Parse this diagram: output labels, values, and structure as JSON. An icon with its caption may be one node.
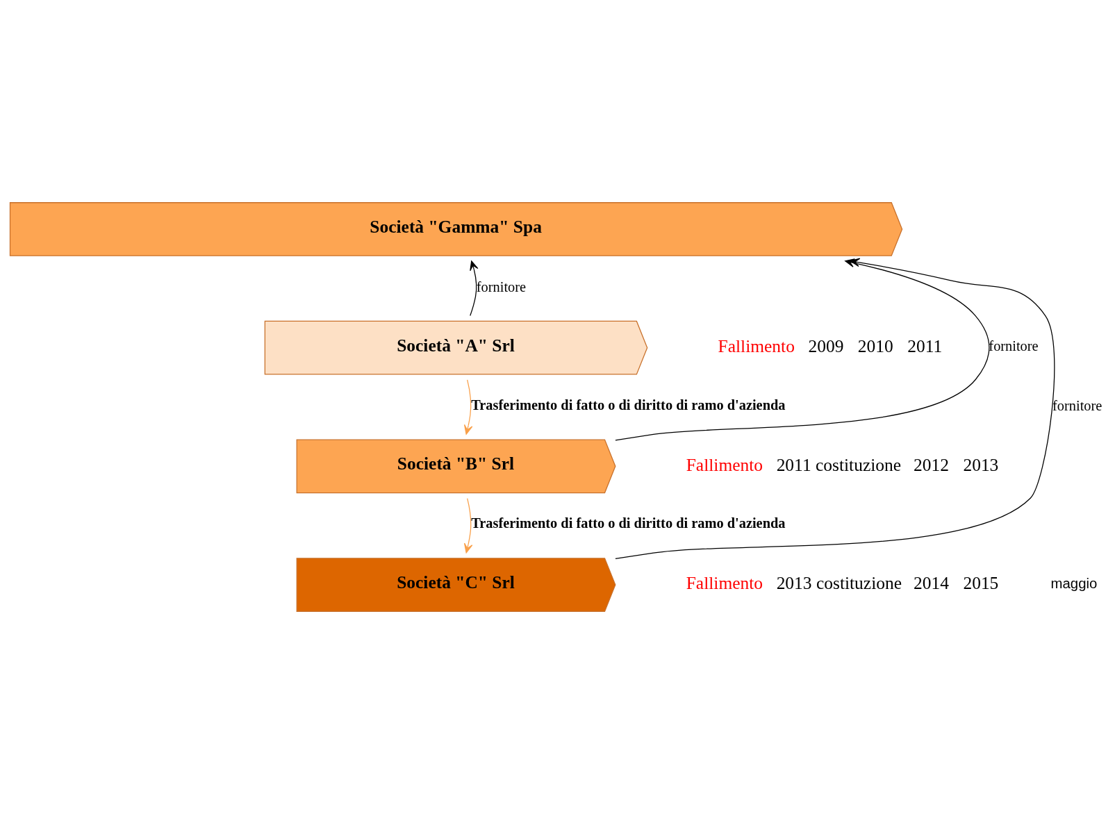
{
  "diagram": {
    "nodes": [
      {
        "text": [
          "Società \"Gamma\" Spa"
        ]
      },
      {
        "text": [
          "Società \"A\" Srl"
        ],
        "beside": [
          "Fallimento",
          "2009",
          "2010",
          "2011"
        ]
      },
      {
        "text": [
          "Società \"B\" Srl"
        ],
        "beside": [
          "Fallimento",
          "2011 costituzione",
          "2012",
          "2013"
        ]
      },
      {
        "text": [
          "Società \"C\" Srl"
        ],
        "beside": [
          "Fallimento",
          "2013 costituzione",
          "2014",
          "2015"
        ]
      }
    ],
    "edges": [
      {
        "from": 1,
        "to": 0,
        "arrow": "to",
        "label": "fornitore"
      },
      {
        "from": 1,
        "to": 2,
        "arrow": "to",
        "label": "Trasferimento di fatto o di diritto di ramo d'azienda",
        "color": "#f9a04a"
      },
      {
        "from": 2,
        "to": 0,
        "arrow": "to",
        "label": "fornitore"
      },
      {
        "from": 2,
        "to": 3,
        "arrow": "to",
        "label": "Trasferimento di fatto o di diritto di ramo d'azienda",
        "color": "#f9a04a"
      },
      {
        "from": 3,
        "to": 0,
        "arrow": "to",
        "label": "fornitore"
      }
    ],
    "labels": [
      "maggio"
    ]
  }
}
